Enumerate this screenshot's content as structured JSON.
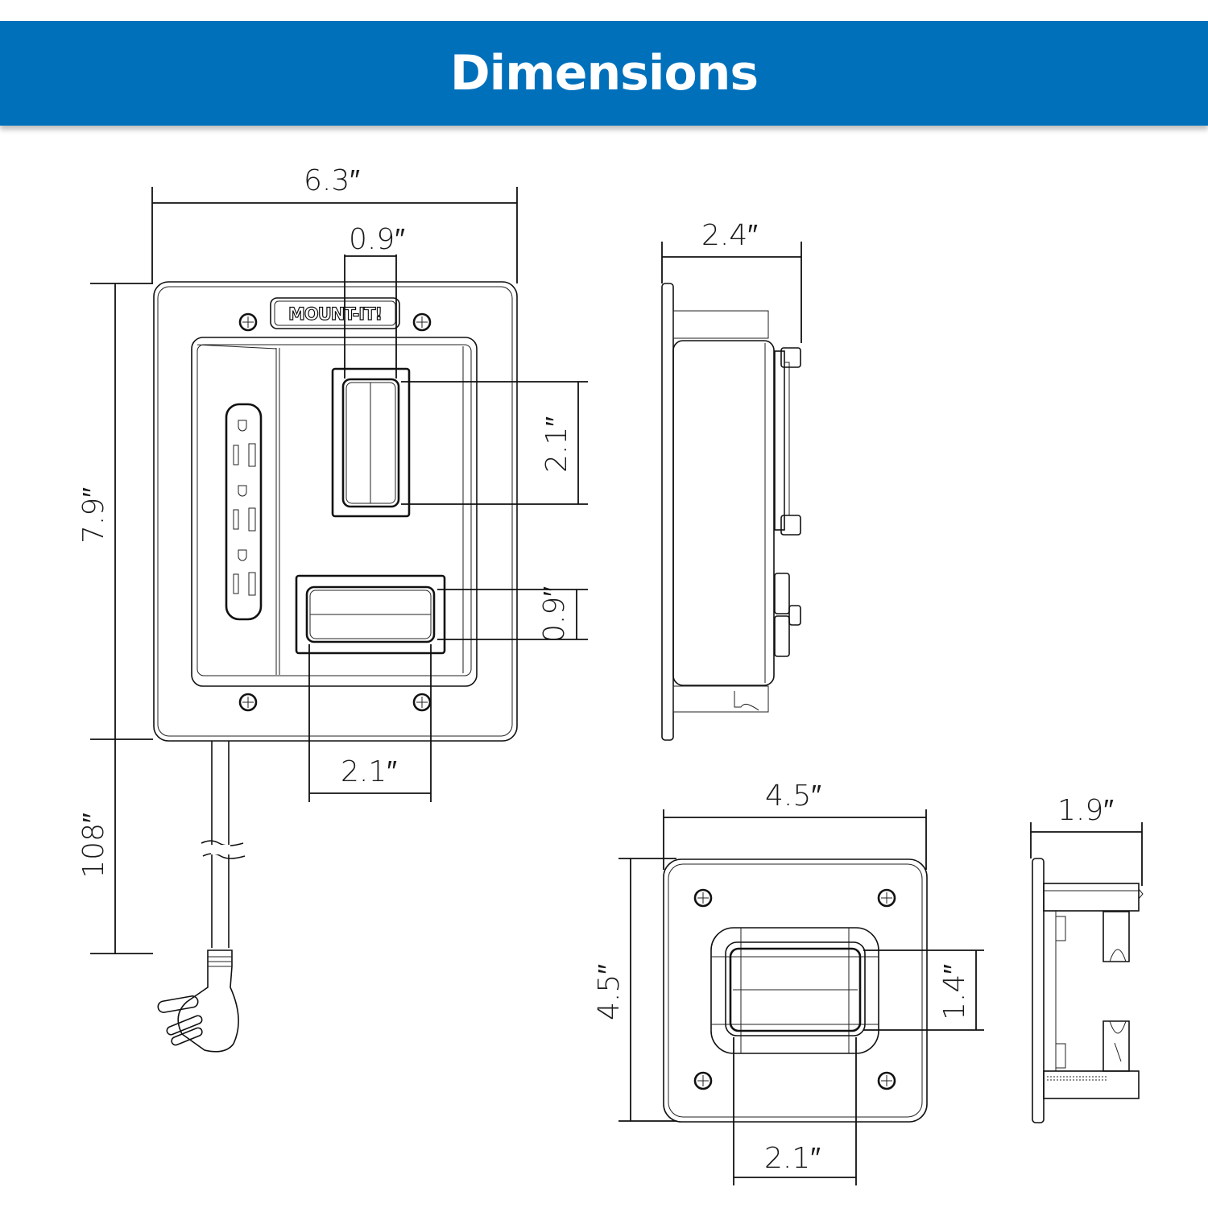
{
  "header": {
    "title": "Dimensions",
    "background_color": "#0170bb",
    "text_color": "#ffffff"
  },
  "main_plate_front": {
    "brand_logo": "MOUNT-IT!",
    "width_label": "6.3″",
    "height_label": "7.9″",
    "cord_length_label": "108″",
    "top_port": {
      "width_label": "0.9″",
      "height_label": "2.1″"
    },
    "bottom_port": {
      "width_label": "2.1″",
      "height_label": "0.9″"
    },
    "outlets": 3,
    "icons": [
      "outlet-strip-icon",
      "screw-icon",
      "power-plug-icon"
    ]
  },
  "main_plate_side": {
    "depth_label": "2.4″"
  },
  "small_plate_front": {
    "width_label": "4.5″",
    "height_label": "4.5″",
    "port": {
      "width_label": "2.1″",
      "height_label": "1.4″"
    }
  },
  "small_plate_side": {
    "depth_label": "1.9″"
  }
}
